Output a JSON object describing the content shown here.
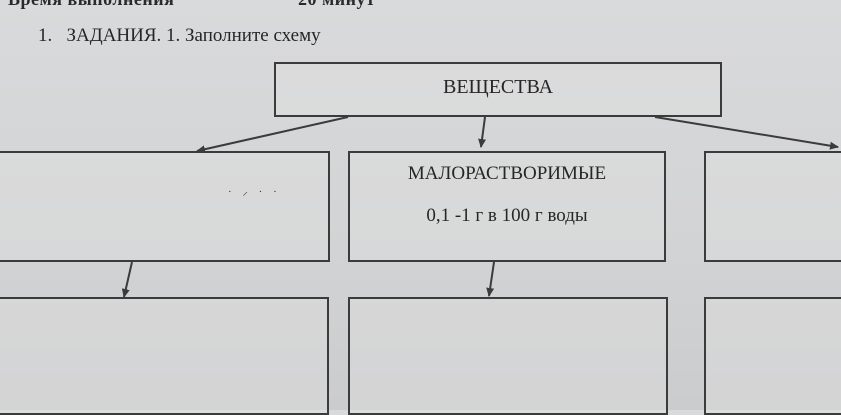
{
  "header": {
    "left_cut": "Время выполнения",
    "right_cut": "20 минут"
  },
  "task": {
    "number": "1.",
    "text": "ЗАДАНИЯ. 1. Заполните схему"
  },
  "diagram": {
    "root": {
      "label": "ВЕЩЕСТВА"
    },
    "level1": [
      {
        "label": "",
        "sublabel": ""
      },
      {
        "label": "МАЛОРАСТВОРИМЫЕ",
        "sublabel": "0,1 -1 г в 100 г воды"
      },
      {
        "label": "",
        "sublabel": ""
      }
    ],
    "level2": [
      {
        "label": ""
      },
      {
        "label": ""
      },
      {
        "label": ""
      }
    ],
    "line_color": "#3b3b3b"
  }
}
